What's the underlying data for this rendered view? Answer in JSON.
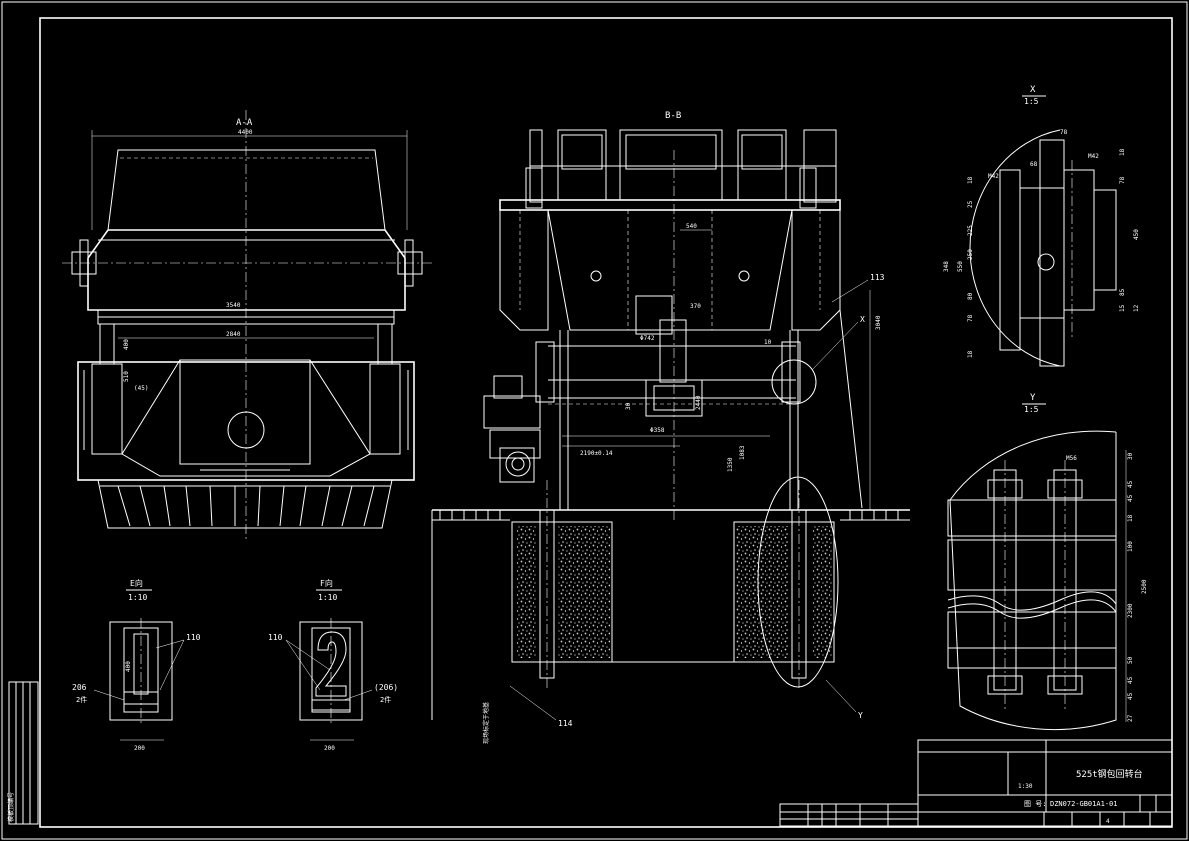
{
  "drawing": {
    "views": {
      "aa": {
        "label": "A-A",
        "width_dim": "4400",
        "dim1": "3540",
        "dim2": "2840",
        "dim3": "400",
        "dim4": "510",
        "dim5": "(45)"
      },
      "bb": {
        "label": "B-B",
        "dim_540": "540",
        "dim_370": "370",
        "dim_phi742": "Φ742",
        "dim_10": "10",
        "dim_30": "30",
        "dim_phi358": "Φ358",
        "dim_2190": "2190±0.14",
        "dim_3040": "3040",
        "dim_1083": "1083",
        "dim_1350": "1350",
        "dim_2440": "2440",
        "callout_113": "113",
        "callout_x": "X",
        "callout_114": "114",
        "callout_y": "Y",
        "vertical_note": "现场标定于地基"
      },
      "x_detail": {
        "label": "X",
        "scale": "1:5",
        "dims": [
          "78",
          "68",
          "M42",
          "M42",
          "18",
          "78",
          "225",
          "250",
          "550",
          "348",
          "450",
          "78",
          "85",
          "15",
          "12",
          "80",
          "18",
          "18",
          "25"
        ]
      },
      "y_detail": {
        "label": "Y",
        "scale": "1:5",
        "dims": [
          "M56",
          "30",
          "45",
          "45",
          "18",
          "100",
          "2500",
          "2300",
          "50",
          "45",
          "45",
          "27"
        ]
      },
      "e_view": {
        "label": "E向",
        "scale": "1:10",
        "callouts": [
          "110",
          "206",
          "2件"
        ],
        "dims": [
          "400",
          "200"
        ]
      },
      "f_view": {
        "label": "F向",
        "scale": "1:10",
        "callouts": [
          "110",
          "(206)",
          "2件"
        ],
        "dims": [
          "200"
        ]
      }
    },
    "title_block": {
      "title": "525t钢包回转台",
      "drawing_no_label": "图 号:",
      "drawing_no": "DZN072-GB01A1-01",
      "scale": "1:30",
      "sheet": "4",
      "left_note": "模板顶编号"
    }
  }
}
